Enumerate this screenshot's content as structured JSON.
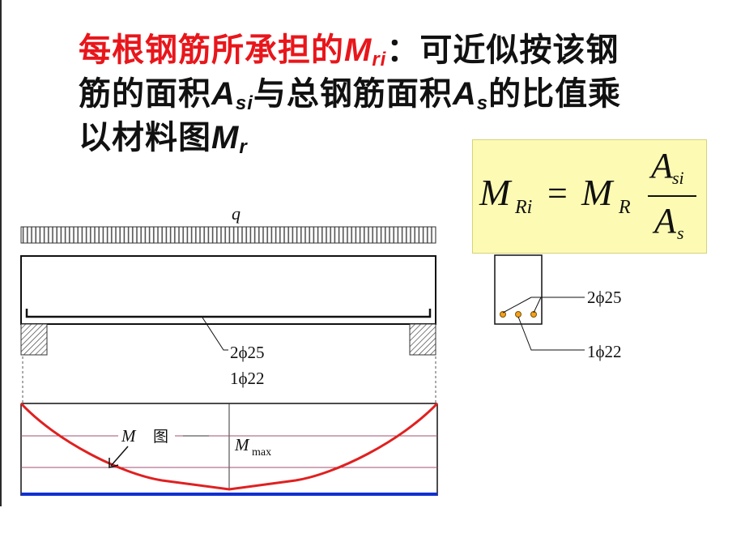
{
  "title": {
    "line1_red": "每根钢筋所承担的",
    "line1_sym": "M",
    "line1_sub": "ri",
    "line1_colon": "：",
    "line1_rest": "可近似按该钢",
    "line2_a": "筋的面积",
    "line2_sym1": "A",
    "line2_sub1": "si",
    "line2_b": "与总钢筋面积",
    "line2_sym2": "A",
    "line2_sub2": "s",
    "line2_c": "的比值乘",
    "line3_a": "以材料图",
    "line3_sym": "M",
    "line3_sub": "r"
  },
  "formula": {
    "lhs": "M",
    "lhs_sub": "Ri",
    "equals": "=",
    "rhs": "M",
    "rhs_sub": "R",
    "num": "A",
    "num_sub": "si",
    "den": "A",
    "den_sub": "s"
  },
  "beam": {
    "load_label": "q",
    "rebar_label_1": "2ϕ25",
    "rebar_label_2": "1ϕ22"
  },
  "section": {
    "label_top": "2ϕ25",
    "label_bottom": "1ϕ22"
  },
  "moment": {
    "diagram_label_m": "M",
    "diagram_label_tu": "图",
    "mmax_label": "M",
    "mmax_sub": "max"
  },
  "colors": {
    "title_red": "#e8161b",
    "formula_bg": "#fdfbb3",
    "moment_curve": "#e02020",
    "baseline_blue": "#1030d0",
    "rebar_dot": "#f4a11c"
  }
}
